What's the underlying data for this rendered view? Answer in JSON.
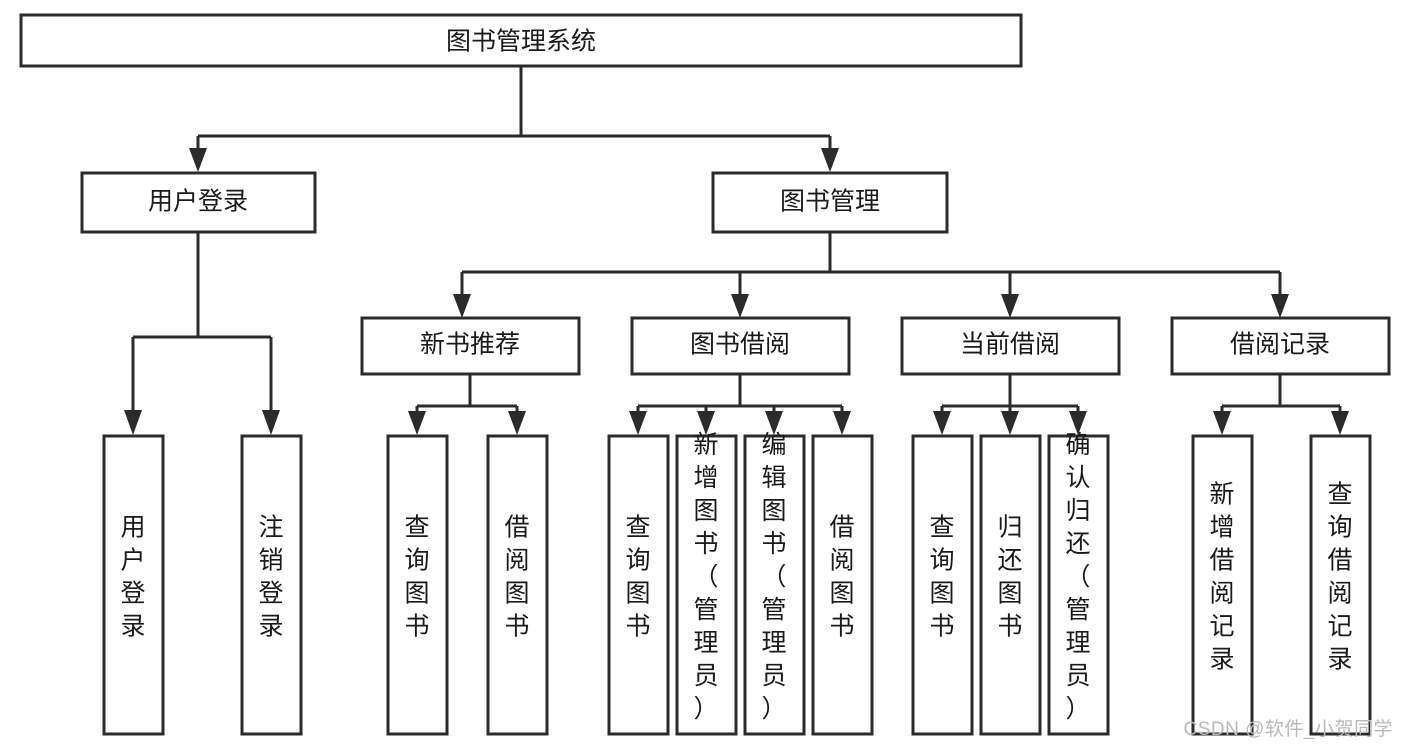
{
  "diagram": {
    "title": "图书管理系统",
    "type": "tree-hierarchy",
    "colors": {
      "stroke": "#2b2b2b",
      "fill": "#ffffff",
      "text": "#1a1a1a",
      "watermark": "#b9b9b9",
      "background": "#ffffff"
    },
    "root": {
      "label": "图书管理系统",
      "orientation": "horizontal"
    },
    "level2": [
      {
        "label": "用户登录",
        "orientation": "horizontal"
      },
      {
        "label": "图书管理",
        "orientation": "horizontal"
      }
    ],
    "level3": [
      {
        "label": "新书推荐",
        "orientation": "horizontal"
      },
      {
        "label": "图书借阅",
        "orientation": "horizontal"
      },
      {
        "label": "当前借阅",
        "orientation": "horizontal"
      },
      {
        "label": "借阅记录",
        "orientation": "horizontal"
      }
    ],
    "leaves": {
      "user_login": [
        {
          "label": "用户登录",
          "orientation": "vertical"
        },
        {
          "label": "注销登录",
          "orientation": "vertical"
        }
      ],
      "new_book_recommend": [
        {
          "label": "查询图书",
          "orientation": "vertical"
        },
        {
          "label": "借阅图书",
          "orientation": "vertical"
        }
      ],
      "book_borrow": [
        {
          "label": "查询图书",
          "orientation": "vertical"
        },
        {
          "label": "新增图书（管理员）",
          "orientation": "vertical"
        },
        {
          "label": "编辑图书（管理员）",
          "orientation": "vertical"
        },
        {
          "label": "借阅图书",
          "orientation": "vertical"
        }
      ],
      "current_borrow": [
        {
          "label": "查询图书",
          "orientation": "vertical"
        },
        {
          "label": "归还图书",
          "orientation": "vertical"
        },
        {
          "label": "确认归还（管理员）",
          "orientation": "vertical"
        }
      ],
      "borrow_record": [
        {
          "label": "新增借阅记录",
          "orientation": "vertical"
        },
        {
          "label": "查询借阅记录",
          "orientation": "vertical"
        }
      ]
    }
  },
  "watermark": {
    "text": "CSDN @软件_小贺同学"
  }
}
